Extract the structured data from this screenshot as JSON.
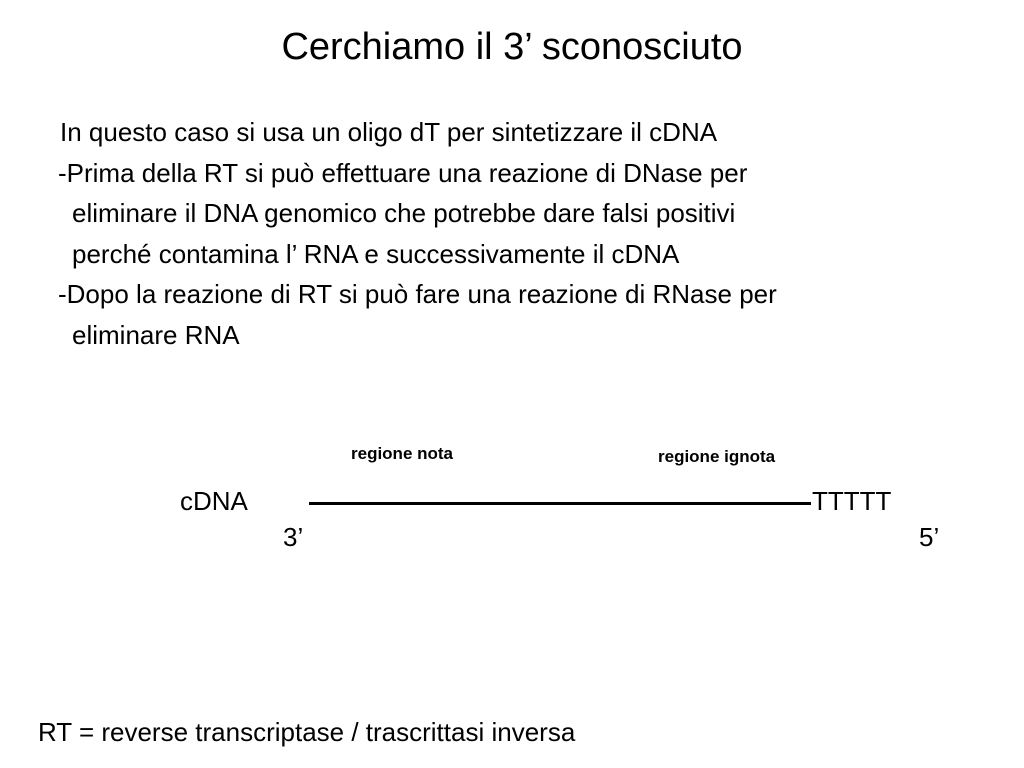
{
  "slide": {
    "title": "Cerchiamo il 3’ sconosciuto",
    "body_lines": [
      "In questo caso si usa un oligo dT per sintetizzare il cDNA",
      "-Prima della RT si può effettuare una reazione di DNase per",
      "eliminare il DNA genomico che potrebbe dare falsi positivi",
      "perché contamina l’ RNA e successivamente il cDNA",
      "-Dopo la reazione di RT si può fare una reazione di RNase per",
      "eliminare RNA"
    ],
    "footer": "RT = reverse transcriptase / trascrittasi inversa"
  },
  "diagram": {
    "strand_label": "cDNA",
    "known_region_label": "regione nota",
    "unknown_region_label": "regione ignota",
    "tail_sequence": "TTTTT",
    "left_end": "3’",
    "right_end": "5’"
  }
}
